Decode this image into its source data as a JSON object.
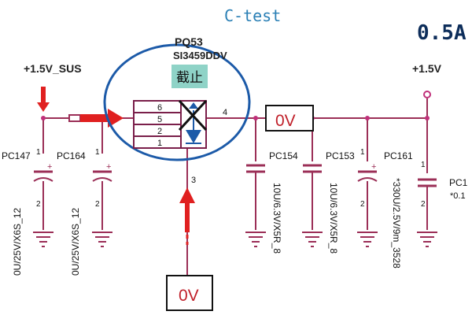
{
  "header": {
    "title": "C-test",
    "current": "0.5A"
  },
  "rails": {
    "input": "+1.5V_SUS",
    "output": "+1.5V"
  },
  "mosfet": {
    "ref": "PQ53",
    "part_partial": "SI3459DDV",
    "state": "截止",
    "pins": [
      "6",
      "5",
      "2",
      "1",
      "4",
      "3"
    ]
  },
  "voltages": {
    "output_node": "0V",
    "gate": "0V"
  },
  "capacitors": [
    {
      "ref": "PC147",
      "value": "0U/25V/X6S_12"
    },
    {
      "ref": "PC164",
      "value": "0U/25V/X6S_12"
    },
    {
      "ref": "PC154",
      "value": "10U/6.3V/X5R_8"
    },
    {
      "ref": "PC153",
      "value": "10U/6.3V/X5R_8"
    },
    {
      "ref": "PC161",
      "value": "*330U/2.5V/9m_3528"
    },
    {
      "ref": "PC1",
      "value": "*0.1"
    }
  ],
  "pin_numbers": {
    "one": "1",
    "two": "2"
  },
  "colors": {
    "wire": "#9b2f57",
    "arrow": "#e02020",
    "ellipse": "#1c5aa8",
    "title": "#2a7fb5",
    "highlight": "#8fd3c7",
    "pins": "#7a1f4a"
  }
}
